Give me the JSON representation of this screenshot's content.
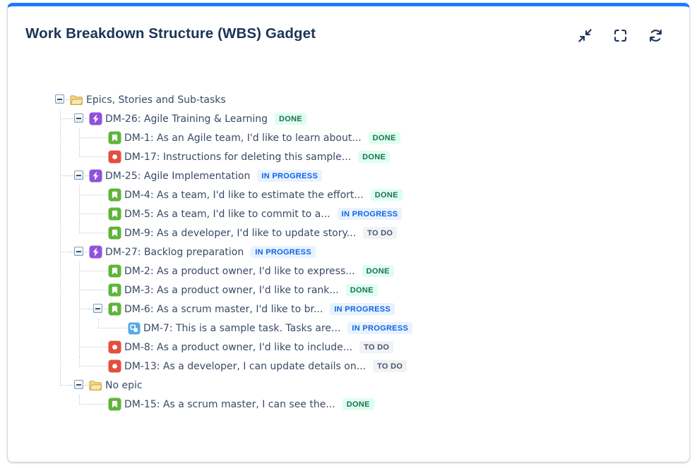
{
  "gadget": {
    "title": "Work Breakdown Structure (WBS) Gadget",
    "toolbar": {
      "buttons": [
        {
          "name": "collapse",
          "icon": "collapse-icon"
        },
        {
          "name": "fullscreen",
          "icon": "fullscreen-icon"
        },
        {
          "name": "refresh",
          "icon": "refresh-icon"
        }
      ]
    }
  },
  "colors": {
    "accent": "#1D7AFC",
    "title_text": "#1C3457",
    "tree_text": "#3A4A66",
    "connector": "#C5C9CE",
    "icon_colors": {
      "epic": "#8F52DD",
      "story": "#5FB53A",
      "bug": "#E34F3F",
      "subtask": "#54A9EA",
      "folder": "#F3D881"
    }
  },
  "statuses": {
    "done": {
      "label": "DONE",
      "bg": "#DCFFF1",
      "fg": "#216E4E"
    },
    "in_progress": {
      "label": "IN PROGRESS",
      "bg": "#E9F2FF",
      "fg": "#0C66E4"
    },
    "todo": {
      "label": "TO DO",
      "bg": "#F1F2F4",
      "fg": "#44546F"
    }
  },
  "tree": {
    "rows": [
      {
        "key": "root",
        "type": "folder",
        "label": "Epics, Stories and Sub-tasks",
        "status": null,
        "slots": "e"
      },
      {
        "key": "DM-26",
        "type": "epic",
        "label": "DM-26: Agile Training & Learning",
        "status": "done",
        "slots": "tE"
      },
      {
        "key": "DM-1",
        "type": "story",
        "label": "DM-1: As an Agile team, I'd like to learn about...",
        "status": "done",
        "slots": "vth"
      },
      {
        "key": "DM-17",
        "type": "bug",
        "label": "DM-17: Instructions for deleting this sample...",
        "status": "done",
        "slots": "vlh"
      },
      {
        "key": "DM-25",
        "type": "epic",
        "label": "DM-25: Agile Implementation",
        "status": "in_progress",
        "slots": "tE"
      },
      {
        "key": "DM-4",
        "type": "story",
        "label": "DM-4: As a team, I'd like to estimate the effort...",
        "status": "done",
        "slots": "vth"
      },
      {
        "key": "DM-5",
        "type": "story",
        "label": "DM-5: As a team, I'd like to commit to a...",
        "status": "in_progress",
        "slots": "vth"
      },
      {
        "key": "DM-9",
        "type": "story",
        "label": "DM-9: As a developer, I'd like to update story...",
        "status": "todo",
        "slots": "vlh"
      },
      {
        "key": "DM-27",
        "type": "epic",
        "label": "DM-27: Backlog preparation",
        "status": "in_progress",
        "slots": "tE"
      },
      {
        "key": "DM-2",
        "type": "story",
        "label": "DM-2: As a product owner, I'd like to express...",
        "status": "done",
        "slots": "vth"
      },
      {
        "key": "DM-3",
        "type": "story",
        "label": "DM-3: As a product owner, I'd like to rank...",
        "status": "done",
        "slots": "vth"
      },
      {
        "key": "DM-6",
        "type": "story",
        "label": "DM-6: As a scrum master, I'd like to br...",
        "status": "in_progress",
        "slots": "vtE"
      },
      {
        "key": "DM-7",
        "type": "subtask",
        "label": "DM-7: This is a sample task. Tasks are...",
        "status": "in_progress",
        "slots": "vvlh"
      },
      {
        "key": "DM-8",
        "type": "bug",
        "label": "DM-8: As a product owner, I'd like to include...",
        "status": "todo",
        "slots": "vth"
      },
      {
        "key": "DM-13",
        "type": "bug",
        "label": "DM-13: As a developer, I can update details on...",
        "status": "todo",
        "slots": "vlh"
      },
      {
        "key": "no-epic",
        "type": "folder",
        "label": "No epic",
        "status": null,
        "slots": "lE"
      },
      {
        "key": "DM-15",
        "type": "story",
        "label": "DM-15: As a scrum master, I can see the...",
        "status": "done",
        "slots": "xlh"
      }
    ]
  }
}
